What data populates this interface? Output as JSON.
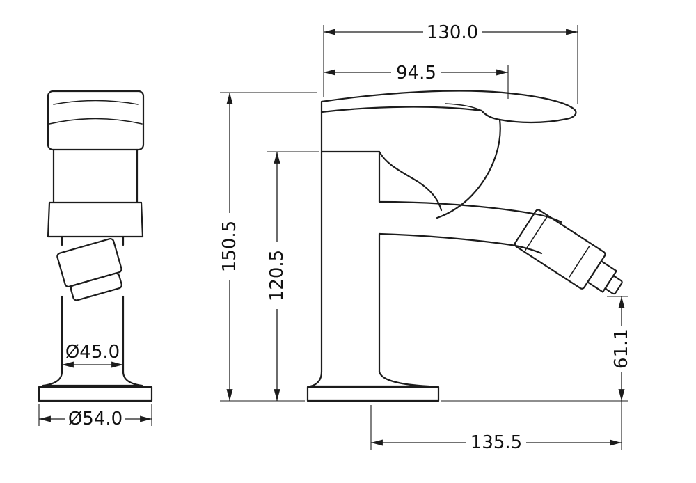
{
  "drawing": {
    "subject": "Bidet faucet two-view dimensional drawing",
    "background": "#ffffff",
    "line_color": "#1c1c1c"
  },
  "front_view": {
    "column_diameter": "Ø45.0",
    "base_diameter": "Ø54.0"
  },
  "side_view": {
    "overall_width": "130.0",
    "spout_width": "94.5",
    "overall_height": "150.5",
    "body_height": "120.5",
    "sprayer_tip_height": "61.1",
    "base_to_sprayer_reach": "135.5"
  }
}
